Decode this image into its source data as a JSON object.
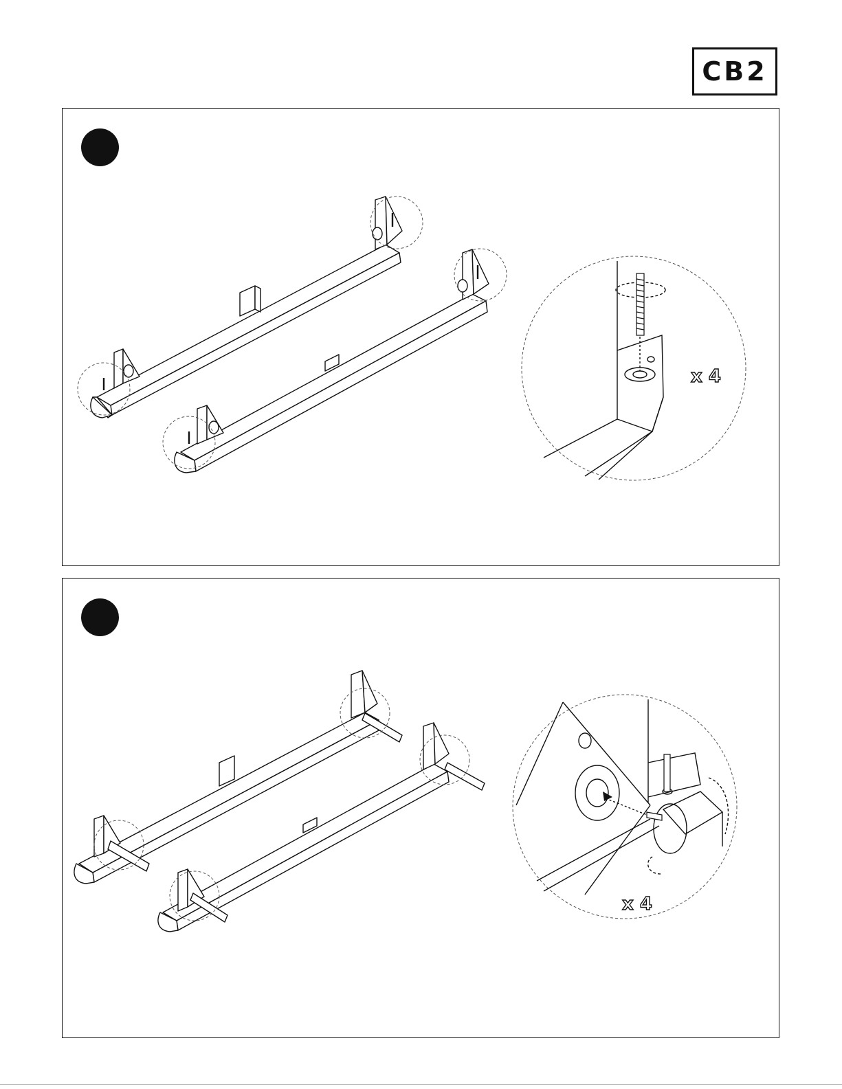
{
  "brand": {
    "logo_text": "CB2"
  },
  "steps": [
    {
      "quantity_label": "x 4"
    },
    {
      "quantity_label": "x 4"
    }
  ]
}
